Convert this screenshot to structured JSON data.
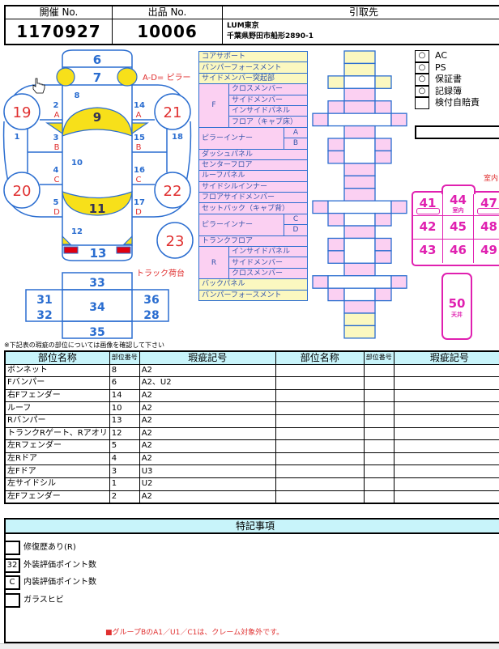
{
  "header": {
    "labels": [
      "開催 No.",
      "出品 No.",
      "引取先"
    ],
    "auction_no": "1170927",
    "lot_no": "10006",
    "pickup_name": "LUM東京",
    "pickup_address": "千葉県野田市船形2890-1"
  },
  "diagram": {
    "legend": "A-D= ピラー",
    "truck_label": "トラック荷台",
    "panels": {
      "p6": "6",
      "p7": "7",
      "p8": "8",
      "p9": "9",
      "p10": "10",
      "p11": "11",
      "p12": "12",
      "p13": "13",
      "p1": "1",
      "p18": "18",
      "p2": "2",
      "p3": "3",
      "p4": "4",
      "p5": "5",
      "p14": "14",
      "p15": "15",
      "p16": "16",
      "p17": "17",
      "A": "A",
      "B": "B",
      "C": "C",
      "D": "D",
      "t19": "19",
      "t20": "20",
      "t21": "21",
      "t22": "22",
      "t23": "23",
      "b33": "33",
      "b34": "34",
      "b35": "35",
      "b31": "31",
      "b32": "32",
      "b36": "36",
      "b28": "28"
    },
    "note": "※下記表の瑕疵の部位については画像を確認して下さい"
  },
  "frame_parts": [
    "コアサポート",
    "バンパーフォースメント",
    "サイドメンバー突起部",
    "F",
    "クロスメンバー",
    "サイドメンバー",
    "インサイドパネル",
    "フロア（キャブ床）",
    "ピラーインナー",
    "A",
    "B",
    "ダッシュパネル",
    "センターフロア",
    "ルーフパネル",
    "サイドシルインナー",
    "フロアサイドメンバー",
    "セットバック（キャブ背）",
    "ピラーインナー",
    "C",
    "D",
    "トランクフロア",
    "R",
    "インサイドパネル",
    "サイドメンバー",
    "クロスメンバー",
    "バックパネル",
    "バンパーフォースメント"
  ],
  "equipment": [
    {
      "mark": "○",
      "label": "AC"
    },
    {
      "mark": "○",
      "label": "PS"
    },
    {
      "mark": "○",
      "label": "保証書"
    },
    {
      "mark": "○",
      "label": "記録簿"
    },
    {
      "mark": "",
      "label": "検付自賠責"
    }
  ],
  "interior": {
    "label": "室内",
    "cells": [
      "41",
      "44",
      "47",
      "42",
      "45",
      "48",
      "43",
      "46",
      "49"
    ],
    "cell44_sub": "室内",
    "roof": "50",
    "roof_sub": "天井"
  },
  "damage_table": {
    "headers": [
      "部位名称",
      "部位番号",
      "瑕疵記号",
      "部位名称",
      "部位番号",
      "瑕疵記号"
    ],
    "rows": [
      [
        "ボンネット",
        "8",
        "A2"
      ],
      [
        "Fバンパー",
        "6",
        "A2、U2"
      ],
      [
        "右Fフェンダー",
        "14",
        "A2"
      ],
      [
        "ルーフ",
        "10",
        "A2"
      ],
      [
        "Rバンパー",
        "13",
        "A2"
      ],
      [
        "トランクRゲート、Rアオリ",
        "12",
        "A2"
      ],
      [
        "左Rフェンダー",
        "5",
        "A2"
      ],
      [
        "左Rドア",
        "4",
        "A2"
      ],
      [
        "左Fドア",
        "3",
        "U3"
      ],
      [
        "左サイドシル",
        "1",
        "U2"
      ],
      [
        "左Fフェンダー",
        "2",
        "A2"
      ]
    ]
  },
  "notes": {
    "title": "特記事項",
    "items": [
      {
        "value": "",
        "label": "修復歴あり(R)"
      },
      {
        "value": "32",
        "label": "外装評価ポイント数"
      },
      {
        "value": "C",
        "label": "内装評価ポイント数"
      },
      {
        "value": "",
        "label": "ガラスヒビ"
      }
    ],
    "footnote": "■グループBのA1／U1／C1は、クレーム対象外です。"
  },
  "colors": {
    "line": "#2a6dd0",
    "yellow": "#f7e01a",
    "pink": "#fbd0f2",
    "magenta": "#e020b0",
    "red": "#e03030",
    "header": "#c8f4fa"
  }
}
